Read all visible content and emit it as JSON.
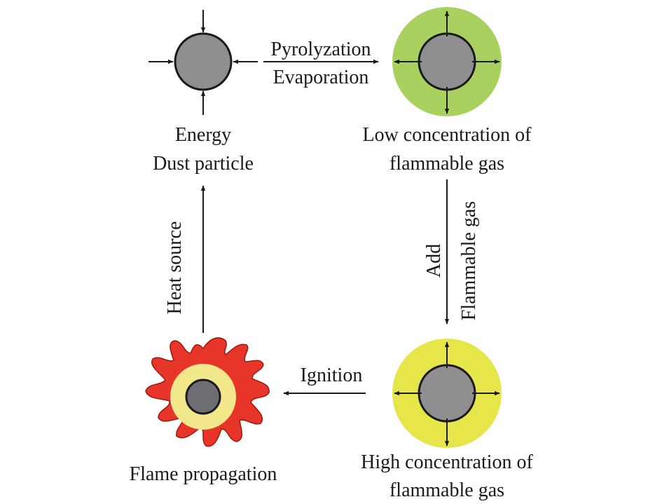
{
  "colors": {
    "particle_fill": "#8f8f91",
    "particle_stroke": "#1a1a1a",
    "low_gas_fill": "#a8d160",
    "high_gas_fill": "#e6e64a",
    "flame_fill": "#e8352a",
    "flame_ring": "#f3e78c",
    "arrow": "#1a1a1a"
  },
  "nodes": {
    "dust": {
      "label_line1": "Energy",
      "label_line2": "Dust particle"
    },
    "low_gas": {
      "label_line1": "Low concentration of",
      "label_line2": "flammable gas"
    },
    "high_gas": {
      "label_line1": "High concentration of",
      "label_line2": "flammable gas"
    },
    "flame": {
      "label": "Flame propagation"
    }
  },
  "edges": {
    "top": {
      "label_line1": "Pyrolyzation",
      "label_line2": "Evaporation"
    },
    "right": {
      "label_line1": "Add",
      "label_line2": "Flammable gas"
    },
    "bottom": {
      "label": "Ignition"
    },
    "left": {
      "label": "Heat source"
    }
  }
}
